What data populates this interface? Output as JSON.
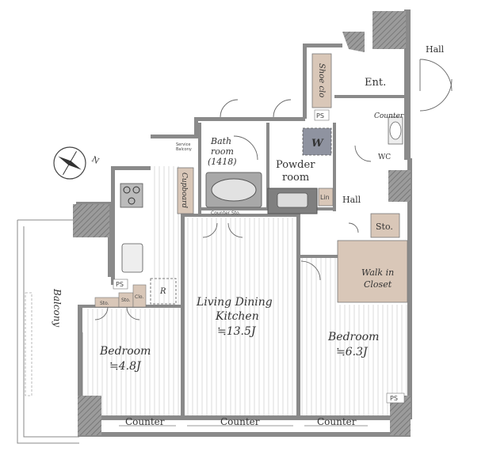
{
  "rooms": {
    "hall_outer": "Hall",
    "entrance": "Ent.",
    "shoe_closet": "Shoe clo",
    "ps_top": "PS",
    "counter_wc": "Counter",
    "wc": "WC",
    "washer": "W",
    "bath_line1": "Bath",
    "bath_line2": "room",
    "bath_line3": "(1418)",
    "powder_line1": "Powder",
    "powder_line2": "room",
    "linen": "Lin",
    "hall_inner": "Hall",
    "storage_hall": "Sto.",
    "service_balcony_line1": "Service",
    "service_balcony_line2": "Balcony",
    "cupboard": "Cupboard",
    "counter_sto": "Counter  Sto.",
    "walk_in_line1": "Walk in",
    "walk_in_line2": "Closet",
    "ps_left": "PS",
    "refrigerator": "R",
    "sto_1": "Sto.",
    "sto_2": "Sto.",
    "closet_small": "Clo.",
    "ldk_line1": "Living Dining",
    "ldk_line2": "Kitchen",
    "ldk_size": "≒13.5J",
    "bedroom_left": "Bedroom",
    "bedroom_left_size": "≒4.8J",
    "bedroom_right": "Bedroom",
    "bedroom_right_size": "≒6.3J",
    "balcony": "Balcony",
    "ps_bottom": "PS",
    "counter_1": "Counter",
    "counter_2": "Counter",
    "counter_3": "Counter"
  },
  "compass": {
    "label": "N"
  },
  "colors": {
    "wall": "#8a8a8a",
    "wall_dark": "#7a7a7a",
    "storage_fill": "#d9c7b8",
    "floor_line": "#b5b5b5",
    "fixture": "#9a9a9a"
  }
}
